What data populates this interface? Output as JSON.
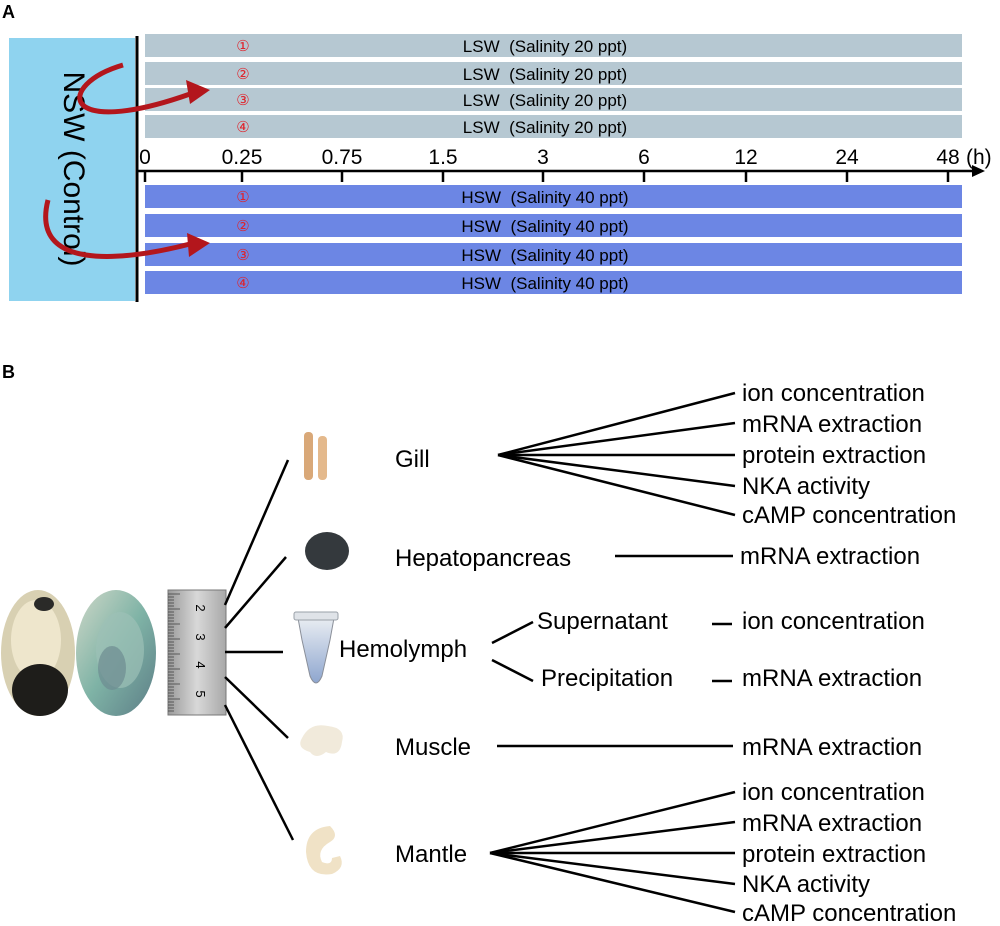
{
  "panel_a": {
    "label": "A",
    "control_label": "NSW (Control)",
    "lsw_rows": [
      {
        "marker": "①",
        "text": "LSW  (Salinity 20 ppt)"
      },
      {
        "marker": "②",
        "text": "LSW  (Salinity 20 ppt)"
      },
      {
        "marker": "③",
        "text": "LSW  (Salinity 20 ppt)"
      },
      {
        "marker": "④",
        "text": "LSW  (Salinity 20 ppt)"
      }
    ],
    "hsw_rows": [
      {
        "marker": "①",
        "text": "HSW  (Salinity 40 ppt)"
      },
      {
        "marker": "②",
        "text": "HSW  (Salinity 40 ppt)"
      },
      {
        "marker": "③",
        "text": "HSW  (Salinity 40 ppt)"
      },
      {
        "marker": "④",
        "text": "HSW  (Salinity 40 ppt)"
      }
    ],
    "time_ticks": [
      "0",
      "0.25",
      "0.75",
      "1.5",
      "3",
      "6",
      "12",
      "24",
      "48"
    ],
    "time_unit": "(h)",
    "colors": {
      "control": "#8fd3ef",
      "lsw": "#b6c8d2",
      "hsw": "#6c86e4",
      "arrow": "#b3161c",
      "marker": "#e0232b"
    }
  },
  "panel_b": {
    "label": "B",
    "ruler_marks": [
      "2",
      "3",
      "4",
      "5"
    ],
    "tissues": {
      "gill": "Gill",
      "hepatopancreas": "Hepatopancreas",
      "hemolymph": "Hemolymph",
      "muscle": "Muscle",
      "mantle": "Mantle"
    },
    "hemolymph_fractions": {
      "supernatant": "Supernatant",
      "precipitation": "Precipitation"
    },
    "gill_assays": [
      "ion concentration",
      "mRNA extraction",
      "protein extraction",
      "NKA activity",
      "cAMP concentration"
    ],
    "hepatopancreas_assay": "mRNA extraction",
    "supernatant_assay": "ion concentration",
    "precipitation_assay": "mRNA extraction",
    "muscle_assay": "mRNA extraction",
    "mantle_assays": [
      "ion concentration",
      "mRNA extraction",
      "protein extraction",
      "NKA activity",
      "cAMP concentration"
    ]
  }
}
